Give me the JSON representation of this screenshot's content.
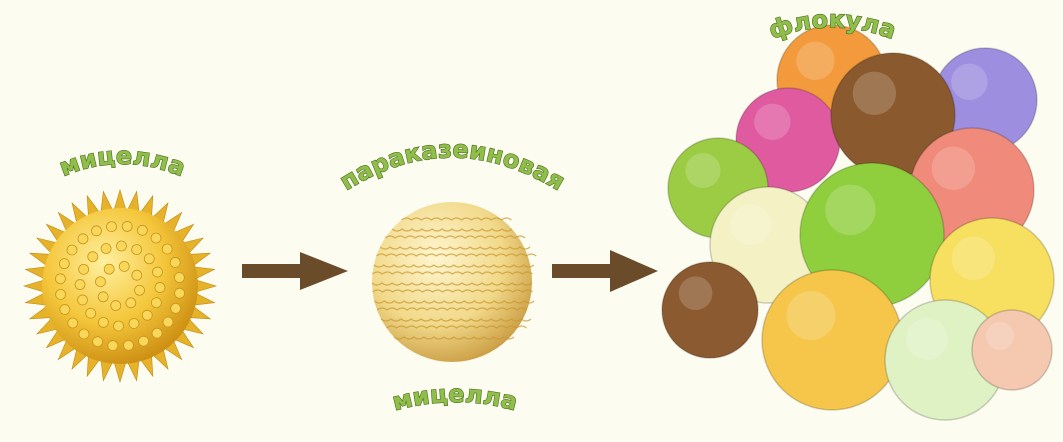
{
  "labels": {
    "micelle_left": "мицелла",
    "paracasein_top": "параказеиновая",
    "paracasein_bottom": "мицелла",
    "flocule": "флокула"
  },
  "colors": {
    "background": "#fdfcf0",
    "label_fill": "#8fbf4a",
    "arrow": "#6b4c2a",
    "micelle": "#f4c63a",
    "paracasein": "#f1d98a"
  },
  "scoops": [
    {
      "color": "#f29a3c"
    },
    {
      "color": "#9d8ee0"
    },
    {
      "color": "#e05aa0"
    },
    {
      "color": "#8a5a2e"
    },
    {
      "color": "#9ccc44"
    },
    {
      "color": "#f08a7a"
    },
    {
      "color": "#f4f2c4"
    },
    {
      "color": "#8fcf3e"
    },
    {
      "color": "#8c5a30"
    },
    {
      "color": "#f7e060"
    },
    {
      "color": "#f5c64a"
    },
    {
      "color": "#dff2c4"
    },
    {
      "color": "#f5c8b0"
    }
  ]
}
